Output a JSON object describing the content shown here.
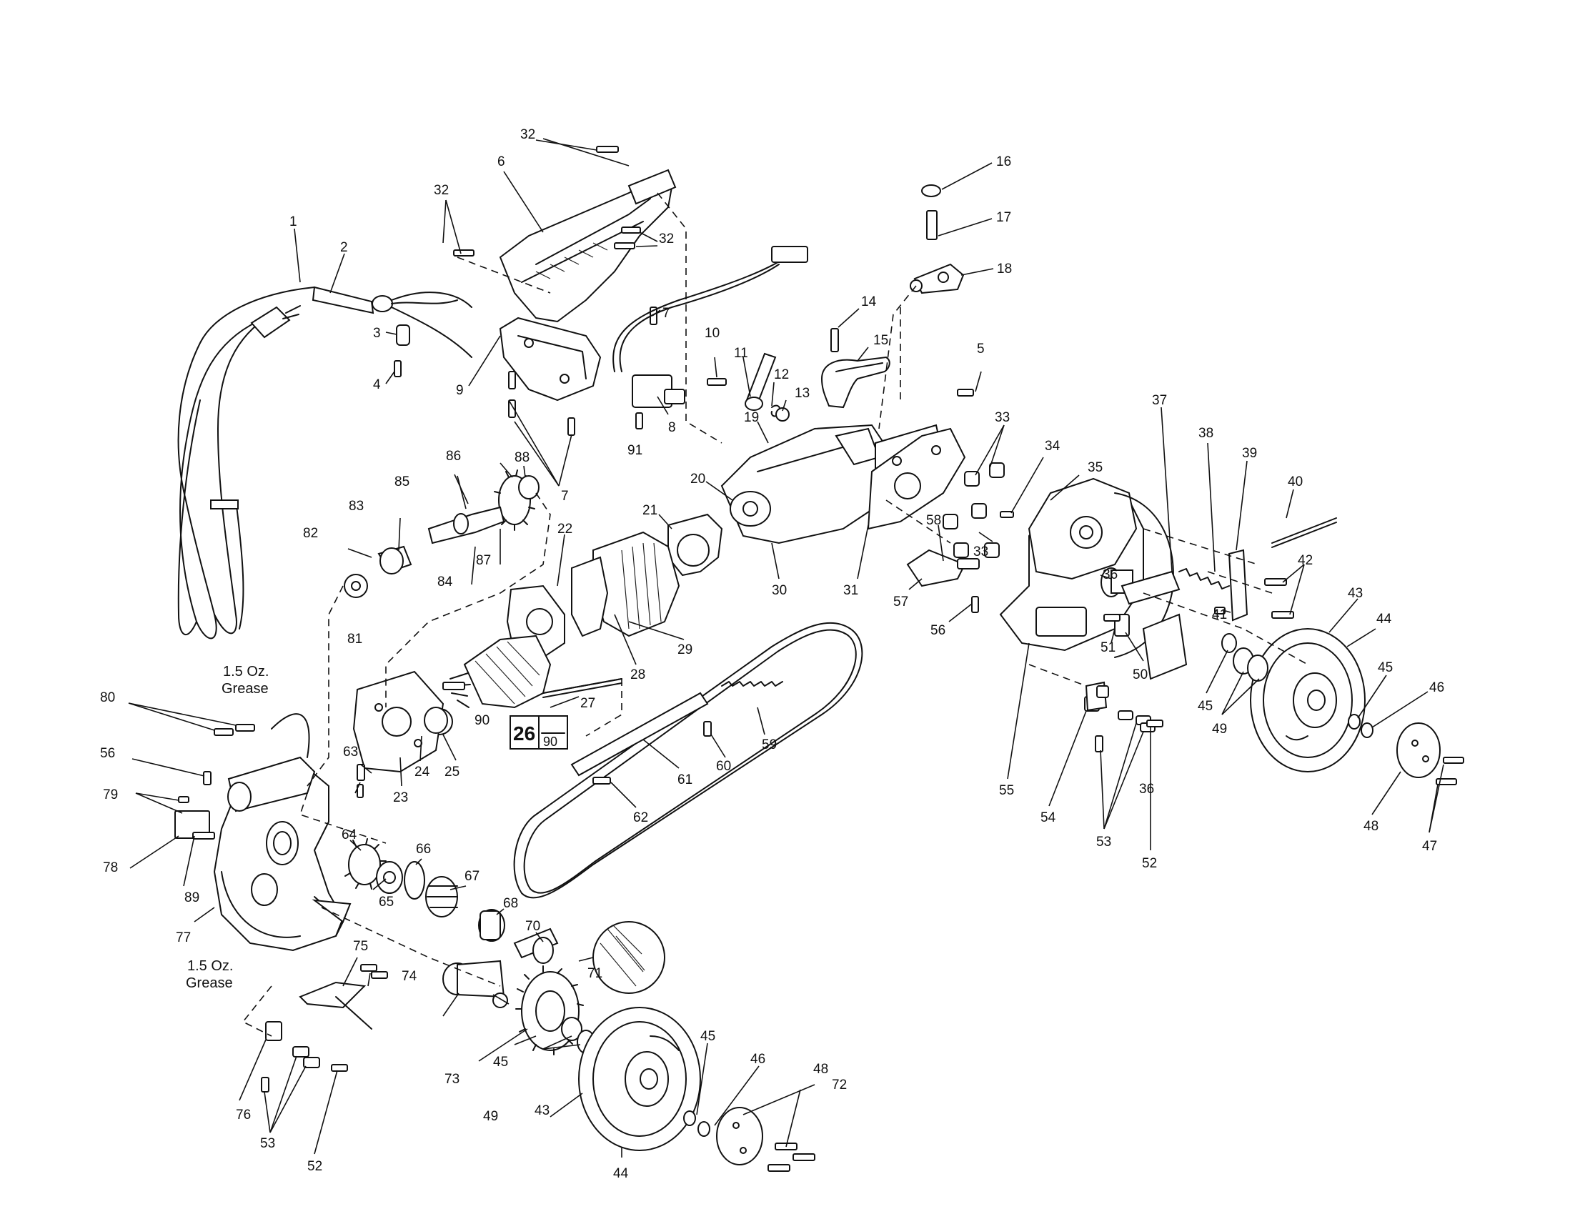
{
  "callouts": [
    {
      "id": "c1",
      "text": "1"
    },
    {
      "id": "c2",
      "text": "2"
    },
    {
      "id": "c3",
      "text": "3"
    },
    {
      "id": "c4",
      "text": "4"
    },
    {
      "id": "c5",
      "text": "5"
    },
    {
      "id": "c6",
      "text": "6"
    },
    {
      "id": "c7a",
      "text": "7"
    },
    {
      "id": "c7b",
      "text": "7"
    },
    {
      "id": "c8",
      "text": "8"
    },
    {
      "id": "c9",
      "text": "9"
    },
    {
      "id": "c10",
      "text": "10"
    },
    {
      "id": "c11",
      "text": "11"
    },
    {
      "id": "c12",
      "text": "12"
    },
    {
      "id": "c13",
      "text": "13"
    },
    {
      "id": "c14",
      "text": "14"
    },
    {
      "id": "c15",
      "text": "15"
    },
    {
      "id": "c16",
      "text": "16"
    },
    {
      "id": "c17",
      "text": "17"
    },
    {
      "id": "c18",
      "text": "18"
    },
    {
      "id": "c19",
      "text": "19"
    },
    {
      "id": "c20",
      "text": "20"
    },
    {
      "id": "c21",
      "text": "21"
    },
    {
      "id": "c22",
      "text": "22"
    },
    {
      "id": "c23",
      "text": "23"
    },
    {
      "id": "c24",
      "text": "24"
    },
    {
      "id": "c25",
      "text": "25"
    },
    {
      "id": "c27",
      "text": "27"
    },
    {
      "id": "c28",
      "text": "28"
    },
    {
      "id": "c29",
      "text": "29"
    },
    {
      "id": "c30",
      "text": "30"
    },
    {
      "id": "c31",
      "text": "31"
    },
    {
      "id": "c32a",
      "text": "32"
    },
    {
      "id": "c32b",
      "text": "32"
    },
    {
      "id": "c32c",
      "text": "32"
    },
    {
      "id": "c33a",
      "text": "33"
    },
    {
      "id": "c33b",
      "text": "33"
    },
    {
      "id": "c34",
      "text": "34"
    },
    {
      "id": "c35",
      "text": "35"
    },
    {
      "id": "c36a",
      "text": "36"
    },
    {
      "id": "c36b",
      "text": "36"
    },
    {
      "id": "c37",
      "text": "37"
    },
    {
      "id": "c38",
      "text": "38"
    },
    {
      "id": "c39",
      "text": "39"
    },
    {
      "id": "c40",
      "text": "40"
    },
    {
      "id": "c41",
      "text": "41"
    },
    {
      "id": "c42",
      "text": "42"
    },
    {
      "id": "c43a",
      "text": "43"
    },
    {
      "id": "c43b",
      "text": "43"
    },
    {
      "id": "c44a",
      "text": "44"
    },
    {
      "id": "c44b",
      "text": "44"
    },
    {
      "id": "c45a",
      "text": "45"
    },
    {
      "id": "c45b",
      "text": "45"
    },
    {
      "id": "c45c",
      "text": "45"
    },
    {
      "id": "c45d",
      "text": "45"
    },
    {
      "id": "c46a",
      "text": "46"
    },
    {
      "id": "c46b",
      "text": "46"
    },
    {
      "id": "c47",
      "text": "47"
    },
    {
      "id": "c48a",
      "text": "48"
    },
    {
      "id": "c48b",
      "text": "48"
    },
    {
      "id": "c49a",
      "text": "49"
    },
    {
      "id": "c49b",
      "text": "49"
    },
    {
      "id": "c50",
      "text": "50"
    },
    {
      "id": "c51",
      "text": "51"
    },
    {
      "id": "c52a",
      "text": "52"
    },
    {
      "id": "c52b",
      "text": "52"
    },
    {
      "id": "c53a",
      "text": "53"
    },
    {
      "id": "c53b",
      "text": "53"
    },
    {
      "id": "c54",
      "text": "54"
    },
    {
      "id": "c55",
      "text": "55"
    },
    {
      "id": "c56a",
      "text": "56"
    },
    {
      "id": "c56b",
      "text": "56"
    },
    {
      "id": "c57",
      "text": "57"
    },
    {
      "id": "c58",
      "text": "58"
    },
    {
      "id": "c59",
      "text": "59"
    },
    {
      "id": "c60",
      "text": "60"
    },
    {
      "id": "c61",
      "text": "61"
    },
    {
      "id": "c62",
      "text": "62"
    },
    {
      "id": "c63",
      "text": "63"
    },
    {
      "id": "c64",
      "text": "64"
    },
    {
      "id": "c65",
      "text": "65"
    },
    {
      "id": "c66",
      "text": "66"
    },
    {
      "id": "c67",
      "text": "67"
    },
    {
      "id": "c68",
      "text": "68"
    },
    {
      "id": "c70",
      "text": "70"
    },
    {
      "id": "c71",
      "text": "71"
    },
    {
      "id": "c72",
      "text": "72"
    },
    {
      "id": "c73",
      "text": "73"
    },
    {
      "id": "c74",
      "text": "74"
    },
    {
      "id": "c75",
      "text": "75"
    },
    {
      "id": "c76",
      "text": "76"
    },
    {
      "id": "c77",
      "text": "77"
    },
    {
      "id": "c78",
      "text": "78"
    },
    {
      "id": "c79",
      "text": "79"
    },
    {
      "id": "c80",
      "text": "80"
    },
    {
      "id": "c81",
      "text": "81"
    },
    {
      "id": "c82",
      "text": "82"
    },
    {
      "id": "c83",
      "text": "83"
    },
    {
      "id": "c84",
      "text": "84"
    },
    {
      "id": "c85",
      "text": "85"
    },
    {
      "id": "c86",
      "text": "86"
    },
    {
      "id": "c87",
      "text": "87"
    },
    {
      "id": "c88",
      "text": "88"
    },
    {
      "id": "c89",
      "text": "89"
    },
    {
      "id": "c90",
      "text": "90"
    },
    {
      "id": "c91",
      "text": "91"
    }
  ],
  "notes": {
    "grease_top": [
      "1.5 Oz.",
      "Grease"
    ],
    "grease_bottom": [
      "1.5 Oz.",
      "Grease"
    ]
  },
  "kit_box": {
    "main": "26",
    "sub": "90"
  }
}
